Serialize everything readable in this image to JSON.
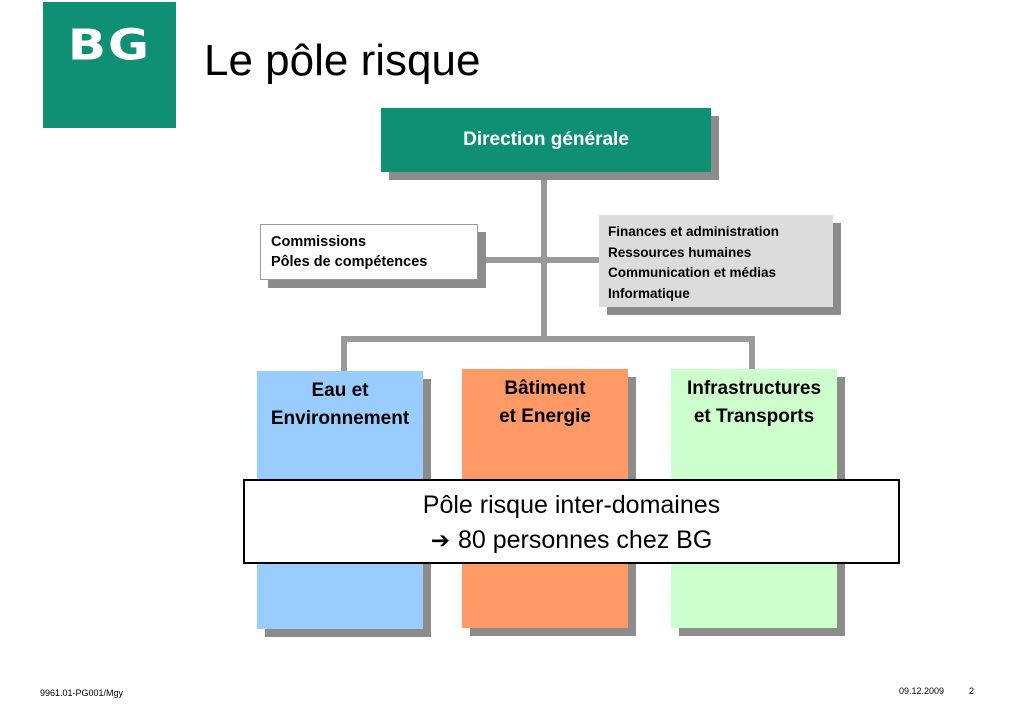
{
  "logo": {
    "text": "BG"
  },
  "title": "Le pôle risque",
  "diagram": {
    "top_node": "Direction générale",
    "left_staff": [
      "Commissions",
      "Pôles de compétences"
    ],
    "right_staff": [
      "Finances et administration",
      "Ressources humaines",
      "Communication et médias",
      "Informatique"
    ],
    "domains": [
      {
        "line1": "Eau et",
        "line2": "Environnement",
        "color": "#99ccff"
      },
      {
        "line1": "Bâtiment",
        "line2": "et Energie",
        "color": "#ff9966"
      },
      {
        "line1": "Infrastructures",
        "line2": "et Transports",
        "color": "#ccffcc"
      }
    ],
    "callout": {
      "line1": "Pôle risque inter-domaines",
      "arrow": "➔",
      "line2": "80 personnes chez BG"
    }
  },
  "footer": {
    "ref": "9961.01-PG001/Mgy",
    "date": "09.12.2009",
    "page": "2"
  },
  "colors": {
    "brand": "#0f8f74"
  }
}
